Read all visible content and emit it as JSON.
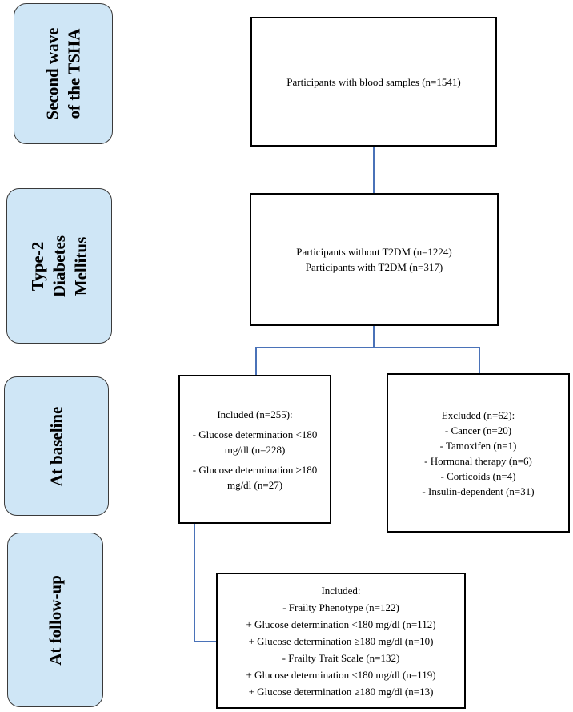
{
  "stages": {
    "second_wave": [
      "Second wave",
      "of the TSHA"
    ],
    "t2dm": [
      "Type-2",
      "Diabetes",
      "Mellitus"
    ],
    "baseline": [
      "At baseline"
    ],
    "followup": [
      "At follow-up"
    ]
  },
  "boxes": {
    "blood_samples": [
      "Participants with blood samples (n=1541)"
    ],
    "t2dm_split": [
      "Participants without T2DM (n=1224)",
      "Participants with T2DM (n=317)"
    ],
    "included_baseline": [
      "Included (n=255):",
      "- Glucose determination <180",
      "mg/dl (n=228)",
      "- Glucose determination ≥180",
      "mg/dl (n=27)"
    ],
    "excluded": [
      "Excluded (n=62):",
      "- Cancer (n=20)",
      "- Tamoxifen (n=1)",
      "- Hormonal therapy (n=6)",
      "- Corticoids (n=4)",
      "- Insulin-dependent (n=31)"
    ],
    "included_followup": [
      "Included:",
      "- Frailty Phenotype (n=122)",
      "+ Glucose determination <180 mg/dl (n=112)",
      "+ Glucose determination ≥180 mg/dl (n=10)",
      "- Frailty Trait Scale (n=132)",
      "+ Glucose determination <180 mg/dl (n=119)",
      "+ Glucose determination ≥180 mg/dl (n=13)"
    ]
  },
  "colors": {
    "stage_fill": "#cfe6f6",
    "connector": "#4a72b8"
  }
}
